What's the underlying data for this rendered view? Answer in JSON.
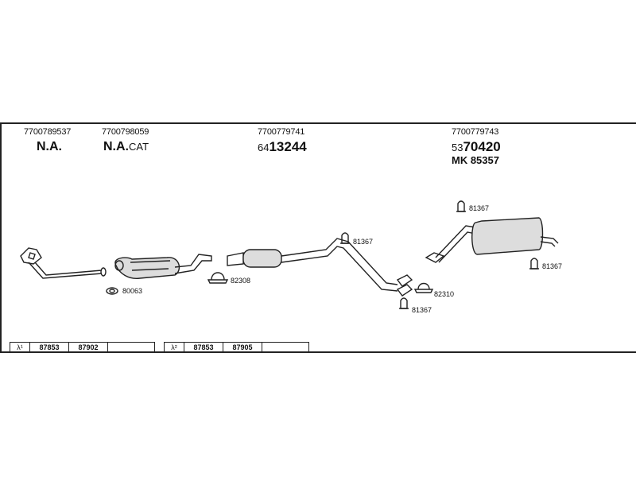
{
  "columns": [
    {
      "part_no": "7700789537",
      "desc": "N.A.",
      "suffix": ""
    },
    {
      "part_no": "7700798059",
      "desc": "N.A.",
      "suffix": "CAT"
    },
    {
      "part_no": "7700779741",
      "prefix": "64",
      "main": "13244"
    },
    {
      "part_no": "7700779743",
      "prefix": "53",
      "main": "70420",
      "extra": "MK  85357"
    }
  ],
  "callouts": {
    "gasket": "80063",
    "clamp1": "82308",
    "hanger_mid": "81367",
    "clamp2": "82310",
    "hanger_low": "81367",
    "hanger_rear_top": "81367",
    "hanger_rear_bottom": "81367"
  },
  "lambda_tables": [
    {
      "label": "λ¹",
      "values": [
        "87853",
        "87902",
        ""
      ]
    },
    {
      "label": "λ²",
      "values": [
        "87853",
        "87905",
        ""
      ]
    }
  ],
  "colors": {
    "line": "#222222",
    "part_fill": "#dddddd"
  }
}
